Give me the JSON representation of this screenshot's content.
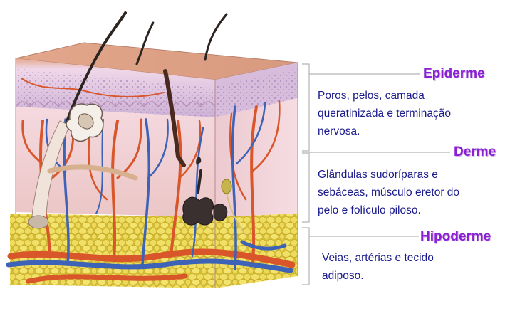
{
  "layers": [
    {
      "title": "Epiderme",
      "description": [
        "Poros, pelos, camada",
        "queratinizada e terminação",
        "nervosa."
      ]
    },
    {
      "title": "Derme",
      "description": [
        "Glândulas sudoríparas e",
        "sebáceas, músculo eretor do",
        "pelo e folículo piloso."
      ]
    },
    {
      "title": "Hipoderme",
      "description": [
        "Veias, artérias e tecido",
        "adiposo."
      ]
    }
  ],
  "colors": {
    "title": "#8a1fd6",
    "description": "#1a1a8c",
    "epidermis": "#d9b8d8",
    "dermis": "#f1d0d4",
    "hypodermis_fat": "#e8d84a",
    "artery": "#d9562b",
    "vein": "#3c63b8",
    "hair": "#2b2420",
    "leader_line": "#b5b5b5"
  }
}
